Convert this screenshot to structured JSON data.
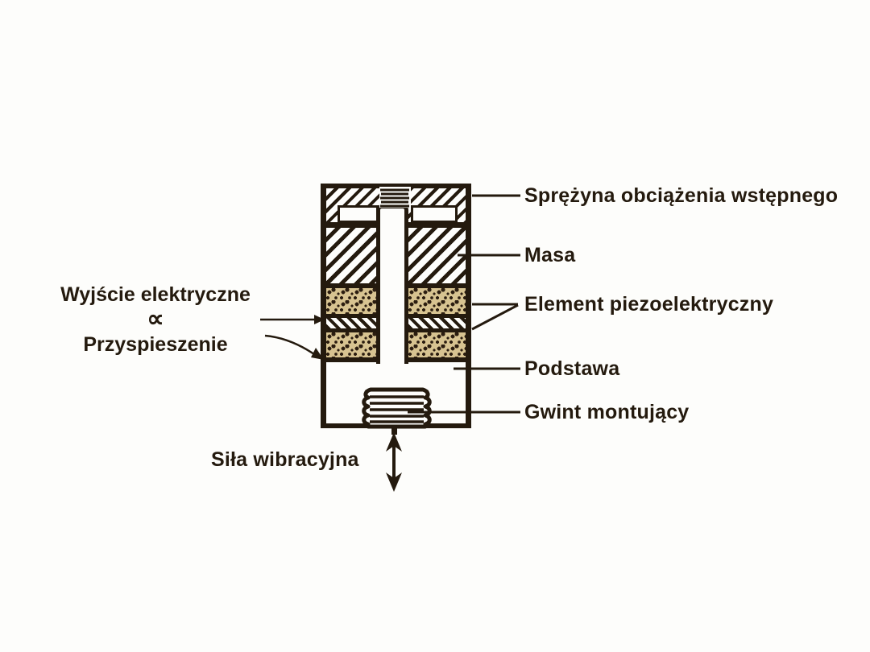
{
  "labels": {
    "preload_spring": "Sprężyna obciążenia wstępnego",
    "mass": "Masa",
    "piezo_element": "Element piezoelektryczny",
    "base": "Podstawa",
    "mounting_thread": "Gwint montujący",
    "electrical_output": "Wyjście elektryczne",
    "proportional_symbol": "∝",
    "acceleration": "Przyspieszenie",
    "vibration_force": "Siła wibracyjna"
  },
  "colors": {
    "ink": "#241a0e",
    "piezo_fill": "#d7c391",
    "background": "#fdfdfb"
  }
}
